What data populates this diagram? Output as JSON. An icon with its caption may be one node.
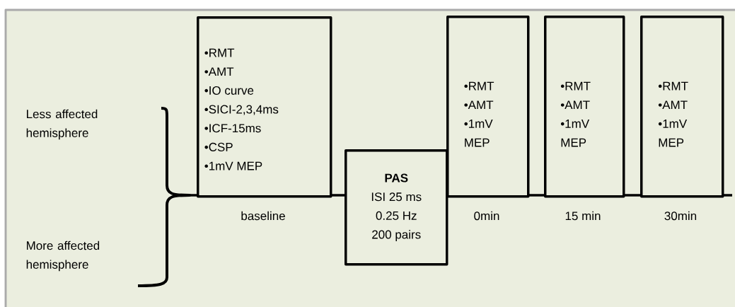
{
  "diagram": {
    "nodes": [
      {
        "text": [
          "•RMT",
          "•AMT",
          "•IO curve",
          "•SICI-2,3,4ms",
          "•ICF-15ms",
          "•CSP",
          "•1mV MEP"
        ],
        "beside": [
          "baseline"
        ]
      },
      {
        "text": [
          "PAS",
          "ISI 25 ms",
          "0.25 Hz",
          "200 pairs"
        ]
      },
      {
        "text": [
          "•RMT",
          "•AMT",
          "•1mV MEP"
        ],
        "beside": [
          "0min"
        ]
      },
      {
        "text": [
          "•RMT",
          "•AMT",
          "•1mV MEP"
        ],
        "beside": [
          "15 min"
        ]
      },
      {
        "text": [
          "•RMT",
          "•AMT",
          "•1mV MEP"
        ],
        "beside": [
          "30min"
        ]
      }
    ],
    "edges": [
      {
        "from": null,
        "to": 0,
        "arrow": "none"
      },
      {
        "from": 0,
        "to": 1,
        "arrow": "none"
      },
      {
        "from": 2,
        "to": 3,
        "arrow": "none"
      },
      {
        "from": 3,
        "to": 4,
        "arrow": "none"
      },
      {
        "from": 4,
        "to": null,
        "arrow": "none"
      }
    ],
    "labels": [
      "Less affected hemisphere",
      "More affected hemisphere"
    ]
  }
}
